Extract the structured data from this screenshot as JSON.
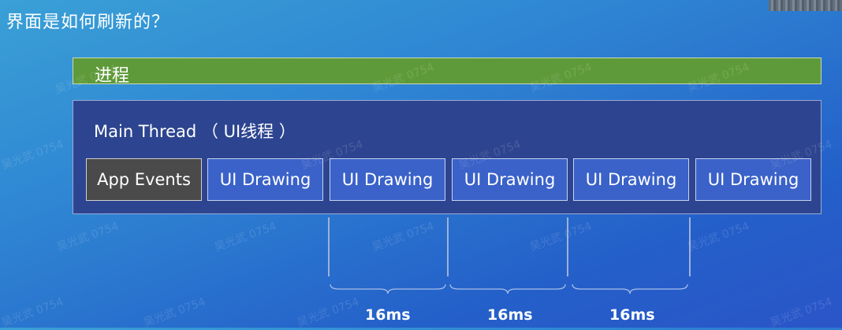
{
  "slide": {
    "title": "界面是如何刷新的？"
  },
  "process": {
    "label": "进程"
  },
  "main_thread": {
    "label": "Main Thread （ UI线程 ）",
    "blocks": [
      "App Events",
      "UI Drawing",
      "UI Drawing",
      "UI Drawing",
      "UI Drawing",
      "UI Drawing"
    ]
  },
  "timing": {
    "intervals": [
      "16ms",
      "16ms",
      "16ms"
    ]
  },
  "watermark": {
    "text": "吴光武 0754"
  }
}
